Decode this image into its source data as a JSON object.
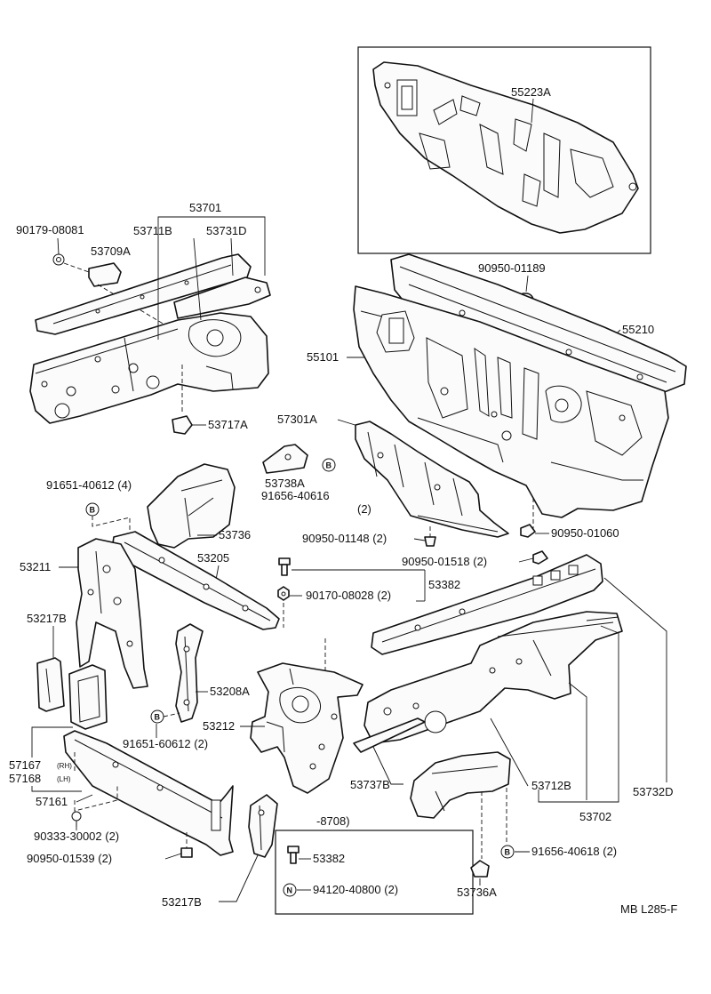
{
  "labels": {
    "p55223A": "55223A",
    "p53701": "53701",
    "p90179": "90179-08081",
    "p53711B": "53711B",
    "p53731D": "53731D",
    "p53709A": "53709A",
    "p90950_01189": "90950-01189",
    "p55210": "55210",
    "p55101": "55101",
    "p53717A": "53717A",
    "p57301A": "57301A",
    "p53738A": "53738A",
    "p91656_40616": "91656-40616",
    "p91656_40616_qty": "(2)",
    "p91651_40612": "91651-40612 (4)",
    "p53736": "53736",
    "p90950_01148": "90950-01148 (2)",
    "p90950_01060": "90950-01060",
    "p53211": "53211",
    "p53205": "53205",
    "p90950_01518": "90950-01518 (2)",
    "p53382_top": "53382",
    "p90170": "90170-08028 (2)",
    "p53217B_top": "53217B",
    "p53208A": "53208A",
    "p53212": "53212",
    "p91651_60612": "91651-60612 (2)",
    "p57167": "57167",
    "p57167_side": "(RH)",
    "p57168": "57168",
    "p57168_side": "(LH)",
    "p57161": "57161",
    "p53737B": "53737B",
    "p53712B": "53712B",
    "p53732D": "53732D",
    "p53702": "53702",
    "p8708": "-8708)",
    "p90333": "90333-30002 (2)",
    "p90950_01539": "90950-01539 (2)",
    "p53382_box": "53382",
    "p94120": "94120-40800 (2)",
    "p91656_40618": "91656-40618 (2)",
    "p53217B_bot": "53217B",
    "p53736A": "53736A",
    "code": "MB L285-F"
  },
  "badges": {
    "b": "B",
    "n": "N"
  }
}
